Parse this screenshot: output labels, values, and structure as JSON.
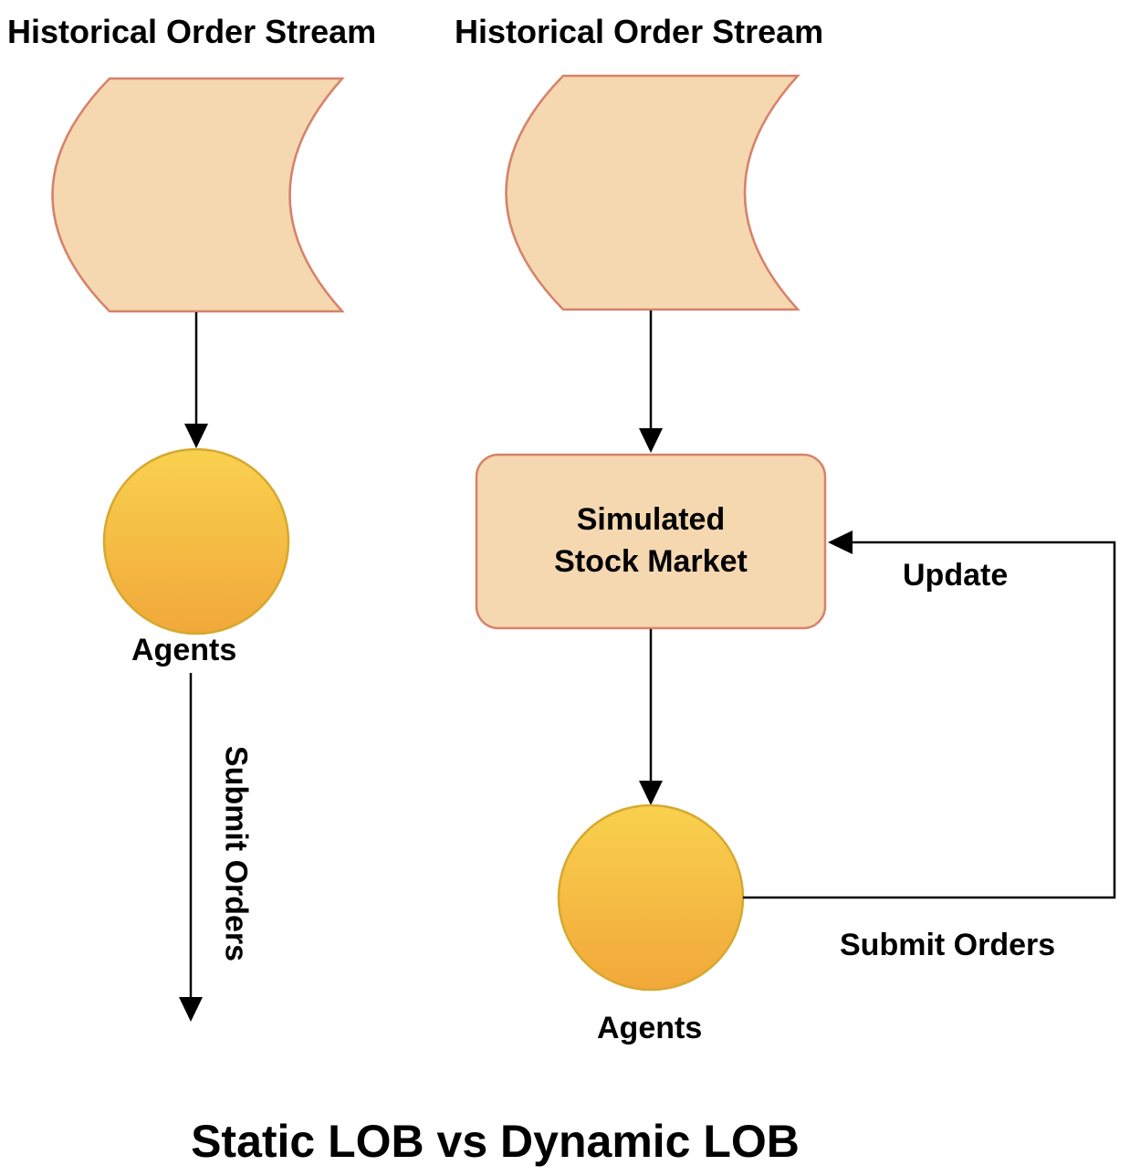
{
  "left": {
    "stream_label": "Historical Order Stream",
    "agents_label": "Agents",
    "submit_label": "Submit Orders"
  },
  "right": {
    "stream_label": "Historical Order Stream",
    "market_line1": "Simulated",
    "market_line2": "Stock Market",
    "update_label": "Update",
    "agents_label": "Agents",
    "submit_label": "Submit Orders"
  },
  "caption": "Static LOB vs Dynamic LOB",
  "colors": {
    "shape_fill": "#f5d8b0",
    "shape_stroke": "#d6826a",
    "agent_top": "#f9d14e",
    "agent_bottom": "#f1a83a",
    "agent_stroke": "#d6a82f",
    "arrow": "#000000"
  }
}
